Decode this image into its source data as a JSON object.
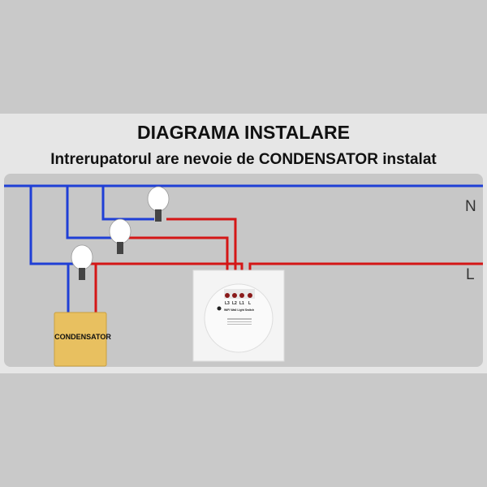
{
  "title": "DIAGRAMA INSTALARE",
  "subtitle": "Intrerupatorul are nevoie de CONDENSATOR instalat",
  "labels": {
    "neutral": "N",
    "live": "L"
  },
  "capacitor_label": "CONDENSATOR",
  "switch": {
    "terminals": [
      "L3",
      "L2",
      "L1",
      "L"
    ],
    "name": "WiFi Wall Light Switch"
  },
  "colors": {
    "neutral_wire": "#1f3fd6",
    "live_wire": "#d41616",
    "capacitor": "#e8c060",
    "panel": "#c7c7c7"
  }
}
